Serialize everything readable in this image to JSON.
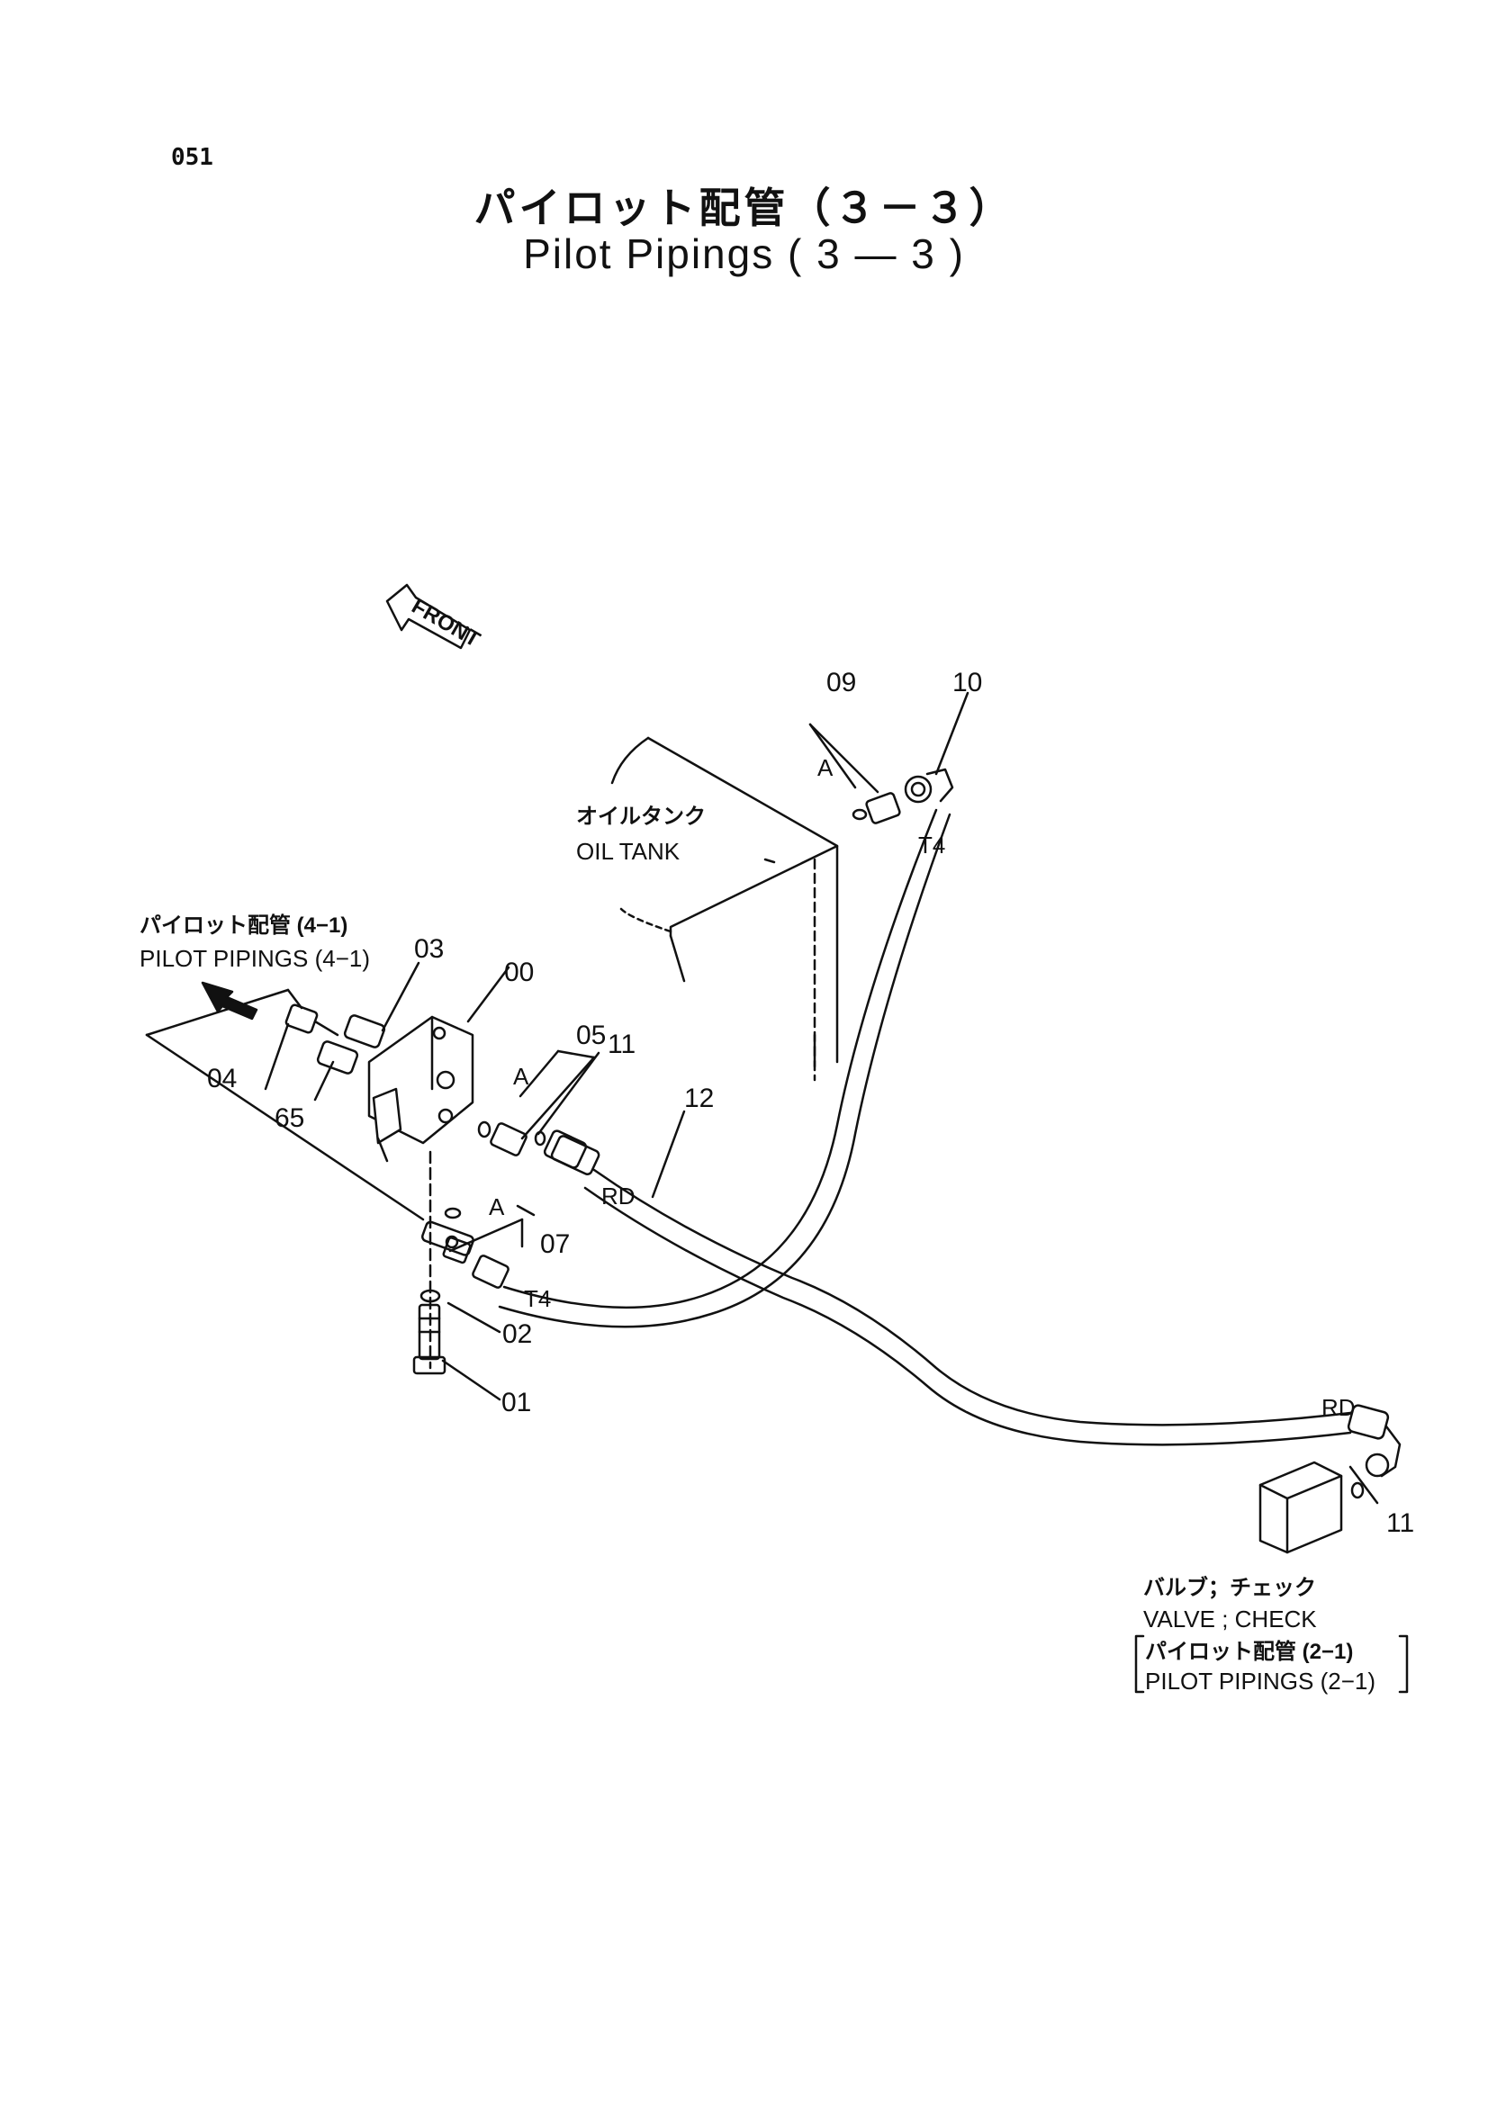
{
  "page_number": "051",
  "title_ja": "パイロット配管（３－３）",
  "title_en": "Pilot Pipings ( 3 — 3 )",
  "front_label": "FRONT",
  "oil_tank": {
    "ja": "オイルタンク",
    "en": "OIL TANK"
  },
  "ref_pilot_4_1": {
    "ja": "パイロット配管 (4−1)",
    "en": "PILOT PIPINGS (4−1)"
  },
  "valve_check": {
    "ja": "バルブ；チェック",
    "en": "VALVE ; CHECK",
    "ref_ja": "パイロット配管 (2−1)",
    "ref_en": "PILOT PIPINGS (2−1)"
  },
  "part_numbers": {
    "p00": "00",
    "p01": "01",
    "p02": "02",
    "p03": "03",
    "p04": "04",
    "p05": "05",
    "p07": "07",
    "p09": "09",
    "p10": "10",
    "p11_a": "11",
    "p11_b": "11",
    "p12": "12",
    "p65": "65"
  },
  "detail_marks": {
    "a1": "A",
    "a2": "A",
    "a3": "A"
  },
  "hose_tags": {
    "rd1": "RD",
    "rd2": "RD",
    "t4_1": "T4",
    "t4_2": "T4"
  }
}
